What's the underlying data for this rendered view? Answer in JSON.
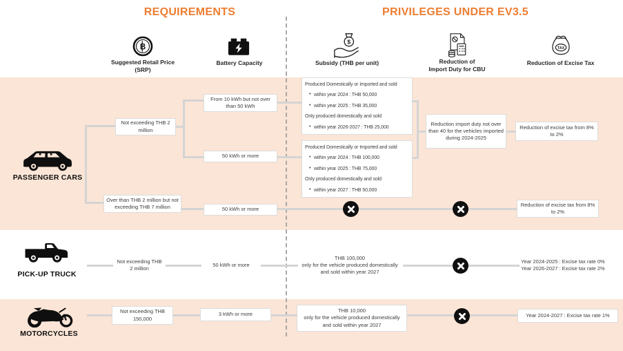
{
  "colors": {
    "accent": "#ED7D31",
    "band": "#FBE5D6",
    "connector_line": "#D4D4D4",
    "box_border": "#DCDCDC",
    "box_text": "#3B3B3B",
    "icon_black": "#101010"
  },
  "header": {
    "requirements": "REQUIREMENTS",
    "privileges": "PRIVILEGES UNDER EV3.5"
  },
  "columns": {
    "srp": {
      "line1": "Suggested Retail Price",
      "line2": "(SRP)",
      "icon": "baht-coin-icon"
    },
    "battery": {
      "label": "Battery Capacity",
      "icon": "battery-icon"
    },
    "subsidy": {
      "label": "Subsidy (THB per unit)",
      "icon": "subsidy-hand-icon"
    },
    "import_duty": {
      "line1": "Reduction of",
      "line2": "Import Duty for CBU",
      "icon": "import-duty-doc-icon"
    },
    "excise": {
      "label": "Reduction of Excise Tax",
      "icon": "tax-bag-icon"
    }
  },
  "icons": {
    "baht_glyph": "B",
    "dollar_glyph": "$",
    "tax_glyph": "TAX",
    "not_applicable": "cross-icon"
  },
  "rows": {
    "passenger": {
      "label": "PASSENGER CARS",
      "icon": "passenger-car-icon",
      "srp_a": "Not exceeding THB 2 million",
      "srp_b": "Over than THB 2 million but not exceeding THB 7 million",
      "battery_1": "From 10 kWh but not over than 50 kWh",
      "battery_2": "50 kWh or more",
      "battery_3": "50 kWh or more",
      "subsidy_1": {
        "head1": "Produced Domestically or Imported and sold",
        "bullets1": [
          "within year 2024 : THB 50,000",
          "within year 2025 : THB 35,000"
        ],
        "head2": "Only produced domestically and sold",
        "bullets2": [
          "within year 2026-2027 : THB 25,000"
        ]
      },
      "subsidy_2": {
        "head1": "Produced Domestically or Imported and sold",
        "bullets1": [
          "within year 2024 : THB 100,000",
          "within year 2025 : THB 75,000"
        ],
        "head2": "Only produced domestically and sold",
        "bullets2": [
          "within year 2027 : THB 50,000"
        ]
      },
      "import_duty": "Reduction import duty not over than 40 for the vehicles imported during 2024-2025",
      "excise_1": "Reduction of excise tax from 8% to 2%",
      "excise_3": "Reduction of excise tax from 8% to 2%"
    },
    "pickup": {
      "label": "PICK-UP TRUCK",
      "icon": "pickup-truck-icon",
      "srp": "Not exceeding THB 2 million",
      "battery": "50 kWh or more",
      "subsidy": [
        "THB 100,000",
        "only for the vehicle produced domestically",
        "and sold within year 2027"
      ],
      "excise": [
        "Year 2024-2025 : Excise tax rate 0%",
        "Year 2026-2027 : Excise tax rate 2%"
      ]
    },
    "motorcycles": {
      "label": "MOTORCYCLES",
      "icon": "motorcycle-icon",
      "srp": "Not exceeding THB 150,000",
      "battery": "3 kWh or more",
      "subsidy": [
        "THB 10,000",
        "only for the vehicle produced domestically",
        "and sold within year 2027"
      ],
      "excise": [
        "Year 2024-2027 : Excise tax rate 1%"
      ]
    }
  }
}
